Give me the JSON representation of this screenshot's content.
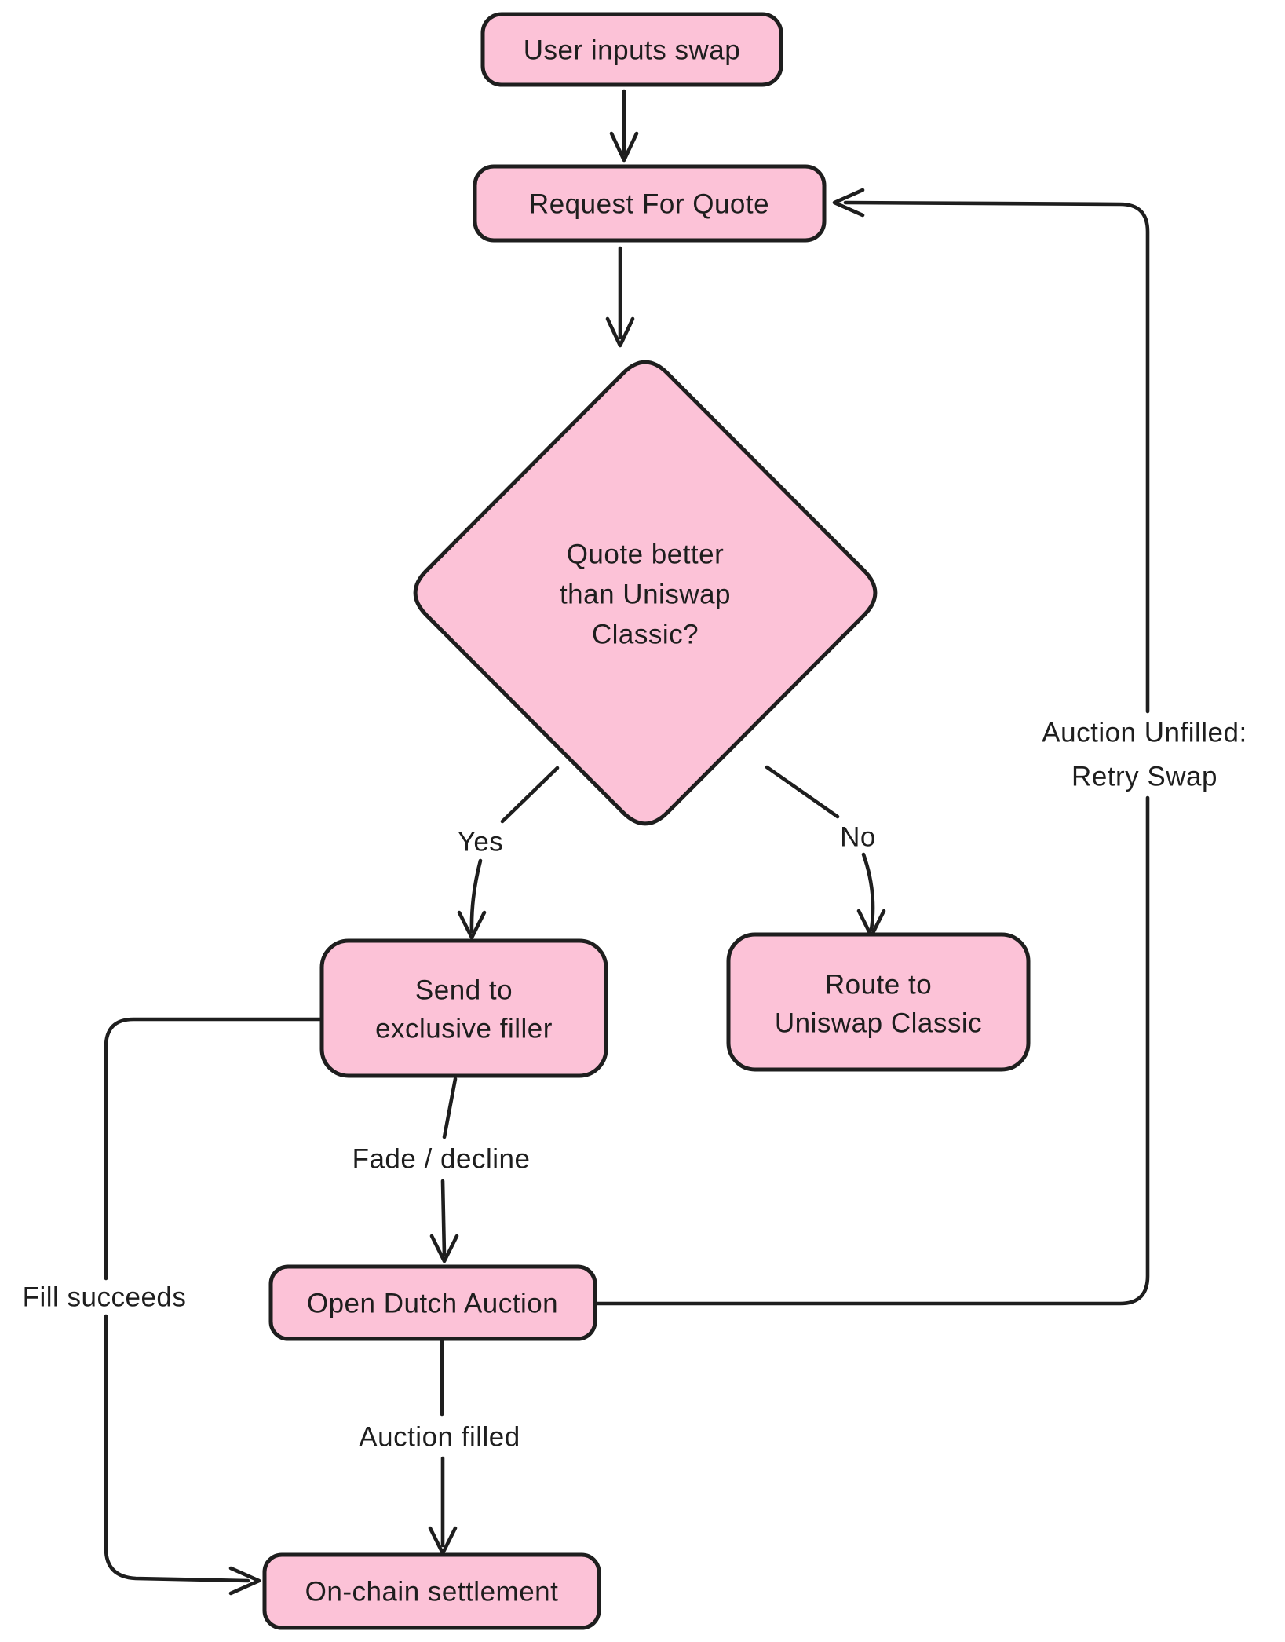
{
  "diagram": {
    "background_color": "#ffffff",
    "node_fill_color": "#fcc2d7",
    "stroke_color": "#1e1e1e",
    "nodes": {
      "user_inputs_swap": {
        "label": "User inputs swap"
      },
      "request_for_quote": {
        "label": "Request For Quote"
      },
      "decision_quote_better": {
        "lines": [
          "Quote better",
          "than Uniswap",
          "Classic?"
        ]
      },
      "send_to_exclusive_filler": {
        "lines": [
          "Send to",
          "exclusive filler"
        ]
      },
      "route_to_uniswap_classic": {
        "lines": [
          "Route to",
          "Uniswap Classic"
        ]
      },
      "open_dutch_auction": {
        "label": "Open Dutch Auction"
      },
      "on_chain_settlement": {
        "label": "On-chain settlement"
      }
    },
    "edge_labels": {
      "yes": "Yes",
      "no": "No",
      "fade_decline": "Fade / decline",
      "auction_filled": "Auction filled",
      "fill_succeeds": "Fill succeeds",
      "auction_unfilled_line1": "Auction Unfilled:",
      "auction_unfilled_line2": "Retry Swap"
    }
  }
}
